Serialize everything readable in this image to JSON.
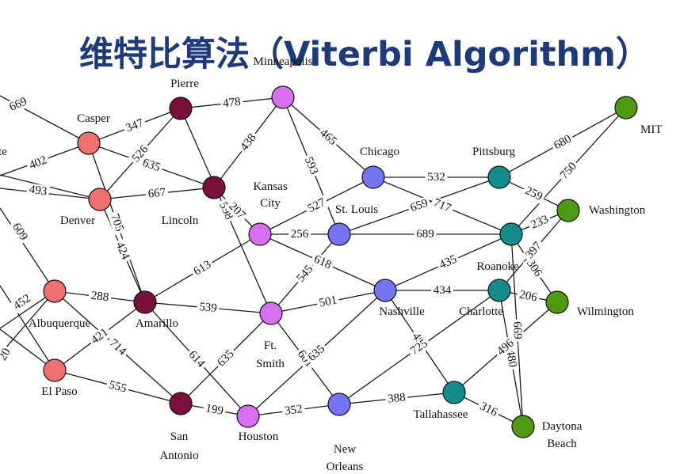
{
  "title": "维特比算法（Viterbi Algorithm）",
  "colors": {
    "salmon": "#f07070",
    "maroon": "#7a0f3c",
    "orchid": "#d86ff0",
    "periwinkle": "#7474f4",
    "teal": "#138c8c",
    "green": "#4f9a12"
  },
  "nodes": [
    {
      "id": "casper",
      "label": [
        "Casper"
      ],
      "color": "salmon"
    },
    {
      "id": "denver",
      "label": [
        "Denver"
      ],
      "color": "salmon"
    },
    {
      "id": "albuquerque",
      "label": [
        "Albuquerque"
      ],
      "color": "salmon"
    },
    {
      "id": "elpaso",
      "label": [
        "El Paso"
      ],
      "color": "salmon"
    },
    {
      "id": "pierre",
      "label": [
        "Pierre"
      ],
      "color": "maroon"
    },
    {
      "id": "lincoln",
      "label": [
        "Lincoln"
      ],
      "color": "maroon"
    },
    {
      "id": "amarillo",
      "label": [
        "Amarillo"
      ],
      "color": "maroon"
    },
    {
      "id": "sanantonio",
      "label": [
        "San",
        "Antonio"
      ],
      "color": "maroon"
    },
    {
      "id": "minneapolis",
      "label": [
        "Minneapolis"
      ],
      "color": "orchid"
    },
    {
      "id": "kansascity",
      "label": [
        "Kansas",
        "City"
      ],
      "color": "orchid"
    },
    {
      "id": "ftsmith",
      "label": [
        "Ft.",
        "Smith"
      ],
      "color": "orchid"
    },
    {
      "id": "houston",
      "label": [
        "Houston"
      ],
      "color": "orchid"
    },
    {
      "id": "chicago",
      "label": [
        "Chicago"
      ],
      "color": "periwinkle"
    },
    {
      "id": "stlouis",
      "label": [
        "St. Louis"
      ],
      "color": "periwinkle"
    },
    {
      "id": "nashville",
      "label": [
        "Nashville"
      ],
      "color": "periwinkle"
    },
    {
      "id": "neworleans",
      "label": [
        "New",
        "Orleans"
      ],
      "color": "periwinkle"
    },
    {
      "id": "pittsburg",
      "label": [
        "Pittsburg"
      ],
      "color": "teal"
    },
    {
      "id": "roanoke",
      "label": [
        "Roanoke"
      ],
      "color": "teal"
    },
    {
      "id": "charlotte",
      "label": [
        "Charlotte"
      ],
      "color": "teal"
    },
    {
      "id": "tallahassee",
      "label": [
        "Tallahassee"
      ],
      "color": "teal"
    },
    {
      "id": "mit",
      "label": [
        "MIT"
      ],
      "color": "green"
    },
    {
      "id": "washington",
      "label": [
        "Washington"
      ],
      "color": "green"
    },
    {
      "id": "wilmington",
      "label": [
        "Wilmington"
      ],
      "color": "green"
    },
    {
      "id": "daytona",
      "label": [
        "Daytona",
        "Beach"
      ],
      "color": "green"
    }
  ],
  "edges": [
    {
      "from": "casper",
      "to": "pierre",
      "weight": "347"
    },
    {
      "from": "casper",
      "to": "lincoln",
      "weight": "635"
    },
    {
      "from": "casper",
      "to": "amarillo",
      "weight": "705"
    },
    {
      "from": "denver",
      "to": "pierre",
      "weight": "526"
    },
    {
      "from": "denver",
      "to": "lincoln",
      "weight": "667"
    },
    {
      "from": "denver",
      "to": "amarillo",
      "weight": "424"
    },
    {
      "from": "albuquerque",
      "to": "amarillo",
      "weight": "288"
    },
    {
      "from": "albuquerque",
      "to": "sanantonio",
      "weight": "714"
    },
    {
      "from": "elpaso",
      "to": "amarillo",
      "weight": "421"
    },
    {
      "from": "elpaso",
      "to": "sanantonio",
      "weight": "555"
    },
    {
      "from": "pierre",
      "to": "minneapolis",
      "weight": "478"
    },
    {
      "from": "pierre",
      "to": "ftsmith",
      "weight": "598"
    },
    {
      "from": "lincoln",
      "to": "minneapolis",
      "weight": "438"
    },
    {
      "from": "lincoln",
      "to": "kansascity",
      "weight": "207"
    },
    {
      "from": "amarillo",
      "to": "kansascity",
      "weight": "613"
    },
    {
      "from": "amarillo",
      "to": "ftsmith",
      "weight": "539"
    },
    {
      "from": "amarillo",
      "to": "houston",
      "weight": "614"
    },
    {
      "from": "sanantonio",
      "to": "ftsmith",
      "weight": "635"
    },
    {
      "from": "sanantonio",
      "to": "houston",
      "weight": "199"
    },
    {
      "from": "minneapolis",
      "to": "chicago",
      "weight": "465"
    },
    {
      "from": "minneapolis",
      "to": "stlouis",
      "weight": "593"
    },
    {
      "from": "kansascity",
      "to": "chicago",
      "weight": "527"
    },
    {
      "from": "kansascity",
      "to": "stlouis",
      "weight": "256"
    },
    {
      "from": "kansascity",
      "to": "nashville",
      "weight": "618"
    },
    {
      "from": "ftsmith",
      "to": "stlouis",
      "weight": "545"
    },
    {
      "from": "ftsmith",
      "to": "nashville",
      "weight": "501"
    },
    {
      "from": "ftsmith",
      "to": "neworleans",
      "weight": "601"
    },
    {
      "from": "houston",
      "to": "nashville",
      "weight": "635"
    },
    {
      "from": "houston",
      "to": "neworleans",
      "weight": "352"
    },
    {
      "from": "chicago",
      "to": "pittsburg",
      "weight": "532"
    },
    {
      "from": "chicago",
      "to": "roanoke",
      "weight": "717"
    },
    {
      "from": "stlouis",
      "to": "pittsburg",
      "weight": "659"
    },
    {
      "from": "stlouis",
      "to": "roanoke",
      "weight": "689"
    },
    {
      "from": "nashville",
      "to": "roanoke",
      "weight": "435"
    },
    {
      "from": "nashville",
      "to": "charlotte",
      "weight": "434"
    },
    {
      "from": "nashville",
      "to": "tallahassee",
      "weight": "495"
    },
    {
      "from": "neworleans",
      "to": "charlotte",
      "weight": "725"
    },
    {
      "from": "neworleans",
      "to": "tallahassee",
      "weight": "388"
    },
    {
      "from": "pittsburg",
      "to": "mit",
      "weight": "680"
    },
    {
      "from": "pittsburg",
      "to": "washington",
      "weight": "259"
    },
    {
      "from": "roanoke",
      "to": "mit",
      "weight": "750"
    },
    {
      "from": "roanoke",
      "to": "washington",
      "weight": "233"
    },
    {
      "from": "roanoke",
      "to": "wilmington",
      "weight": "306"
    },
    {
      "from": "roanoke",
      "to": "daytona",
      "weight": "669"
    },
    {
      "from": "charlotte",
      "to": "washington",
      "weight": "397"
    },
    {
      "from": "charlotte",
      "to": "wilmington",
      "weight": "206"
    },
    {
      "from": "charlotte",
      "to": "daytona",
      "weight": "480"
    },
    {
      "from": "tallahassee",
      "to": "wilmington",
      "weight": "496"
    },
    {
      "from": "tallahassee",
      "to": "daytona",
      "weight": "316"
    }
  ],
  "partial_edges": [
    {
      "from": "casper",
      "weight": "669"
    },
    {
      "from": "casper",
      "weight": "402"
    },
    {
      "from": "denver",
      "weight": "493"
    },
    {
      "from": "denver",
      "weight": "609"
    },
    {
      "from": "albuquerque",
      "weight": "452"
    },
    {
      "from": "elpaso",
      "weight": "20"
    }
  ],
  "partial_labels": [
    "te"
  ]
}
